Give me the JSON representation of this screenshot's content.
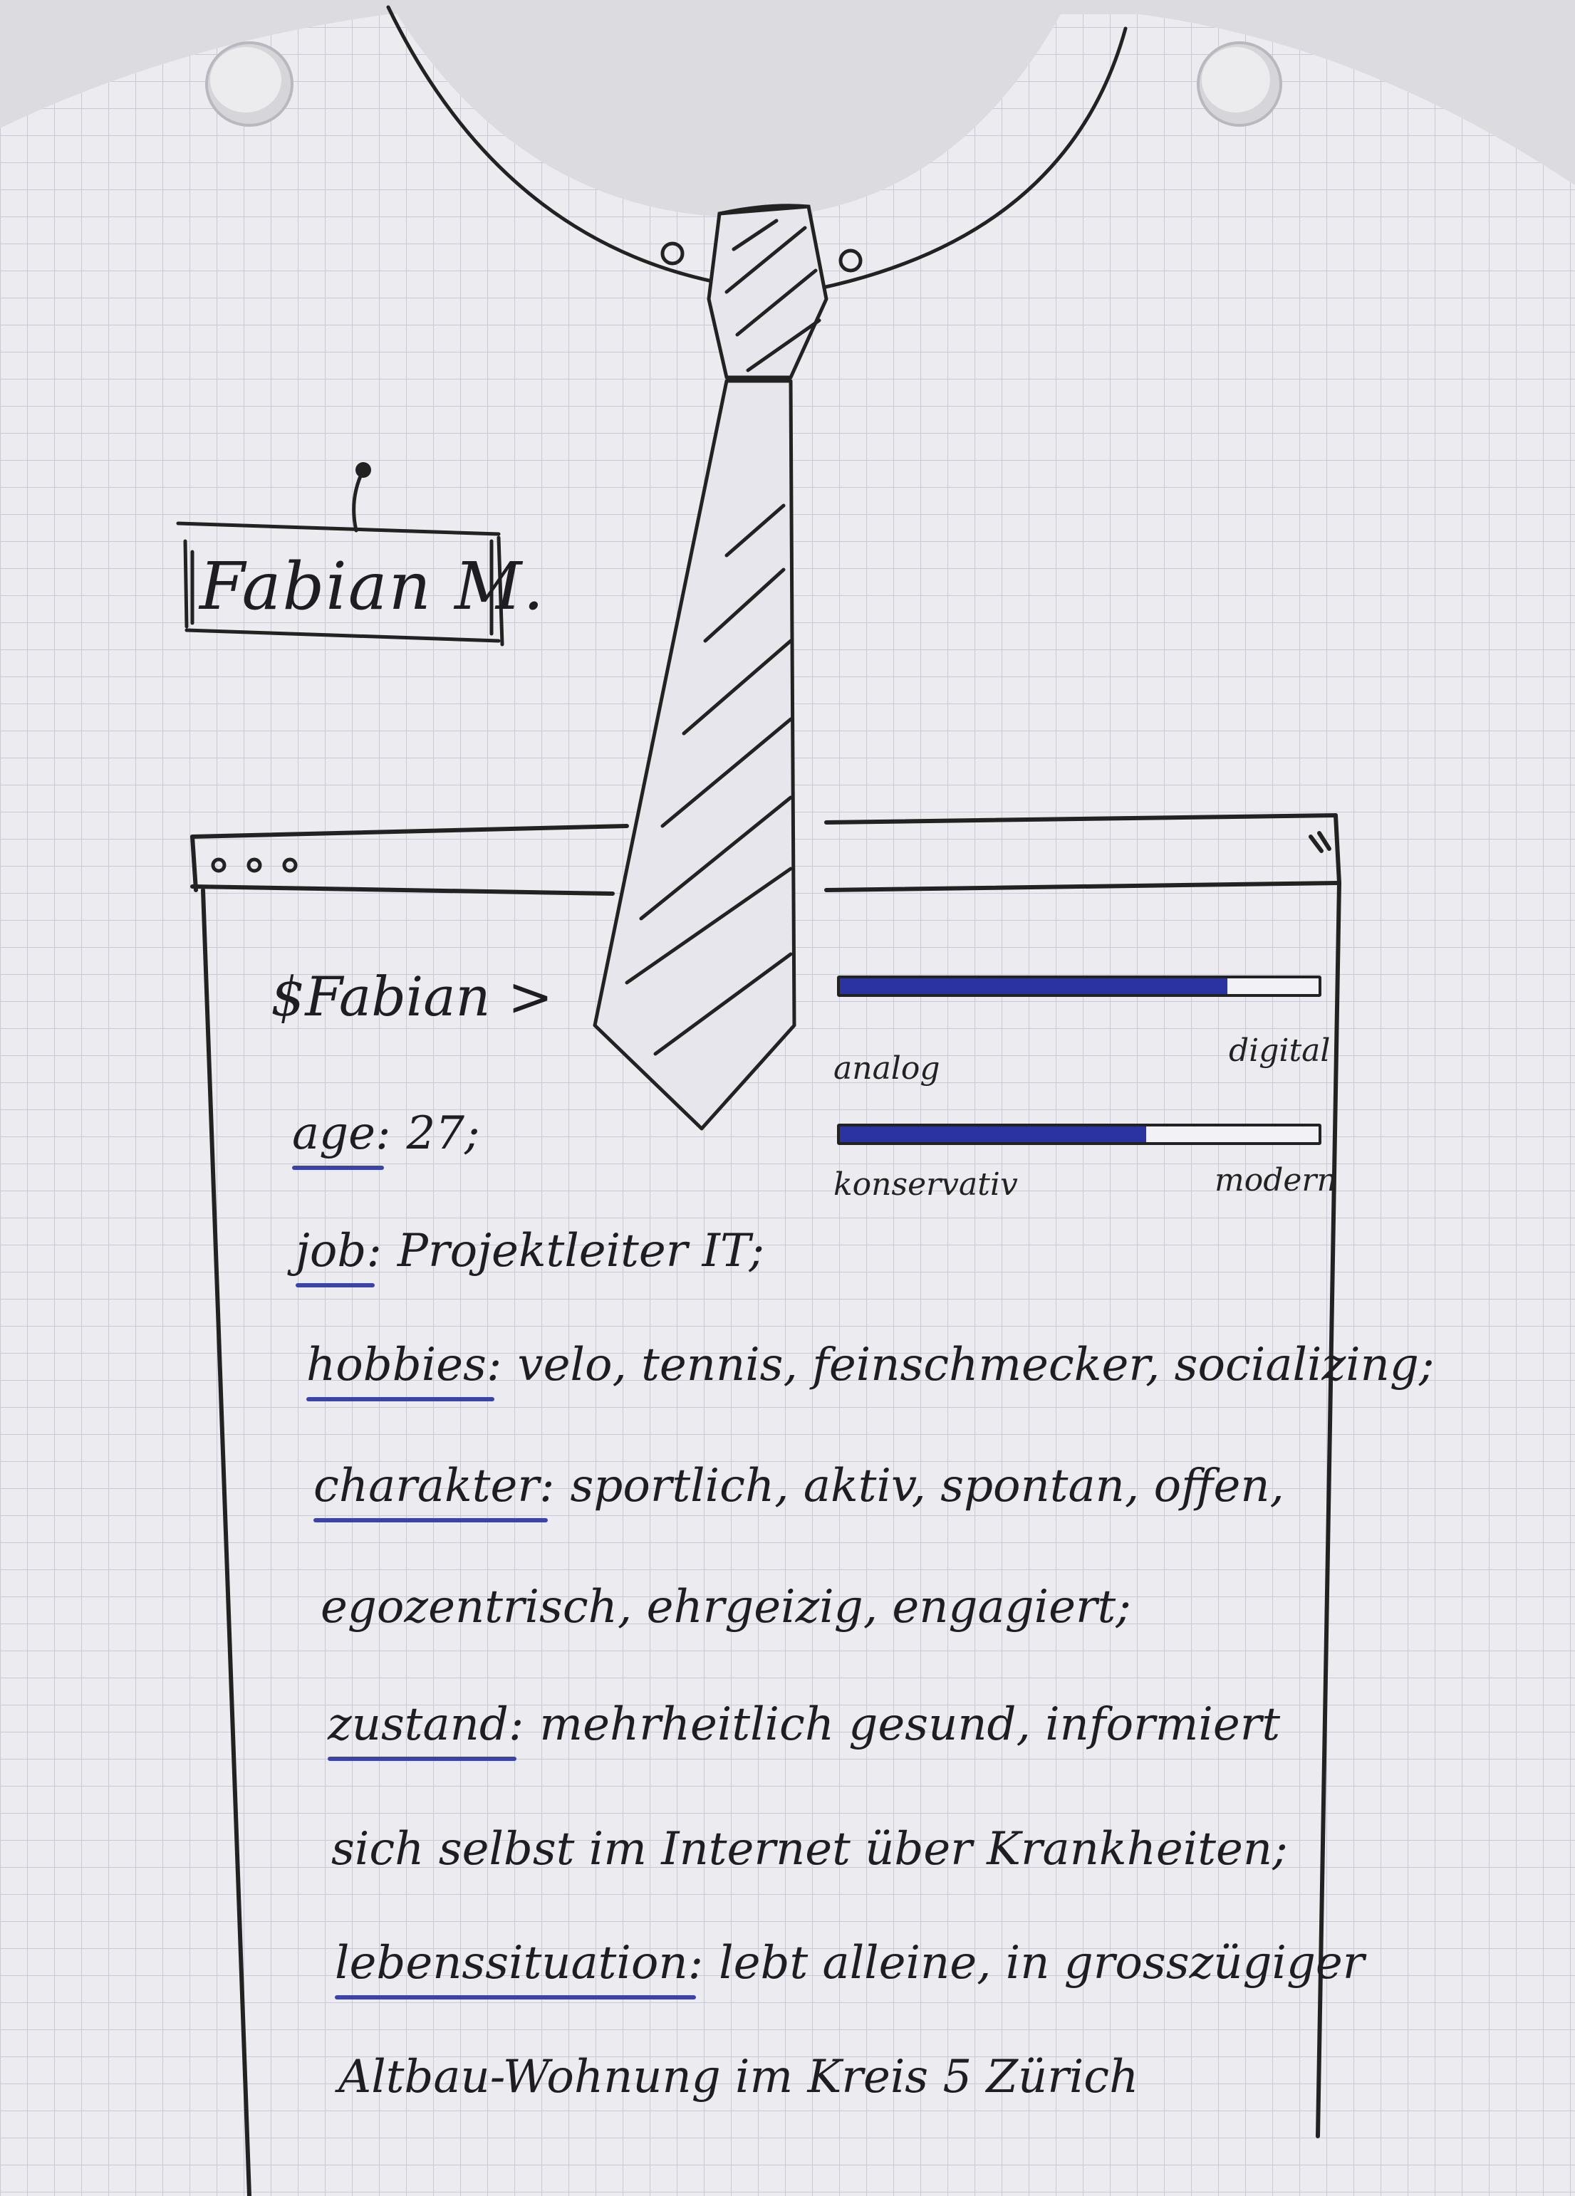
{
  "nameplate": {
    "name": "Fabian M."
  },
  "browser": {
    "prompt": "$Fabian >",
    "fields": [
      {
        "key": "age:",
        "value": "27;"
      },
      {
        "key": "job:",
        "value": "Projektleiter IT;"
      },
      {
        "key": "hobbies:",
        "value": "velo, tennis, feinschmecker, socializing;"
      },
      {
        "key": "charakter:",
        "value": "sportlich, aktiv, spontan, offen,"
      },
      {
        "key": "",
        "value": "egozentrisch, ehrgeizig, engagiert;"
      },
      {
        "key": "zustand:",
        "value": "mehrheitlich gesund, informiert"
      },
      {
        "key": "",
        "value": "sich selbst im Internet über Krankheiten;"
      },
      {
        "key": "lebenssituation:",
        "value": "lebt alleine, in grosszügiger"
      },
      {
        "key": "",
        "value": "Altbau-Wohnung im Kreis 5 Zürich"
      }
    ]
  },
  "scales": [
    {
      "left_label": "analog",
      "right_label": "digital",
      "level": 0.81
    },
    {
      "left_label": "konservativ",
      "right_label": "modern",
      "level": 0.64
    }
  ],
  "colors": {
    "ink": "#1e1e22",
    "marker_blue": "#2b33a3",
    "paper": "#ececf0"
  },
  "icons": [
    "pin-icon",
    "tie-icon",
    "window-dots-icon"
  ]
}
